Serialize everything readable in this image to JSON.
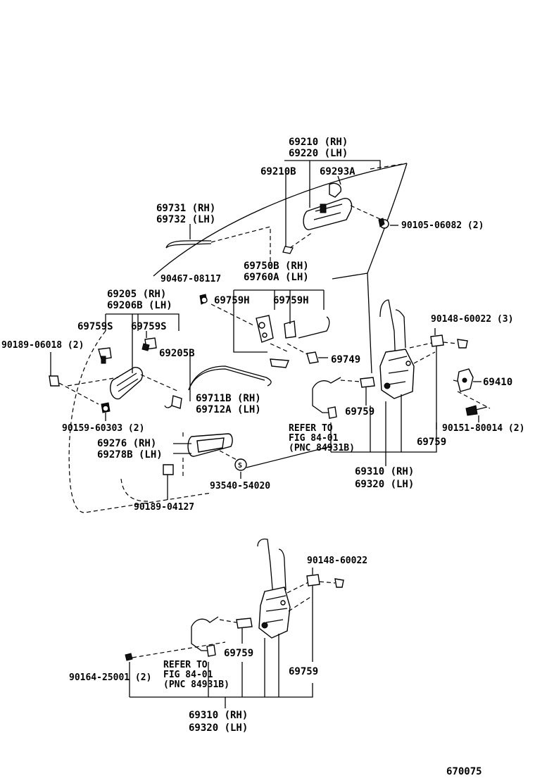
{
  "labels": {
    "l69210": "69210 (RH)",
    "l69220": "69220 (LH)",
    "l69210B": "69210B",
    "l69293A": "69293A",
    "l69731": "69731 (RH)",
    "l69732": "69732 (LH)",
    "l90105": "90105-06082 (2)",
    "l90467": "90467-08117",
    "l69750B": "69750B (RH)",
    "l69760A": "69760A (LH)",
    "l69205": "69205  (RH)",
    "l69206B": "69206B (LH)",
    "l69759H_a": "69759H",
    "l69759H_b": "69759H",
    "l69759S_a": "69759S",
    "l69759S_b": "69759S",
    "l69205B": "69205B",
    "l90148_3": "90148-60022 (3)",
    "l90189_2": "90189-06018 (2)",
    "l69749": "69749",
    "l69410": "69410",
    "l69711B": "69711B (RH)",
    "l69712A": "69712A (LH)",
    "l69759_a": "69759",
    "l90159": "90159-60303 (2)",
    "l90151": "90151-80014 (2)",
    "l69759_b": "69759",
    "refer1_a": "REFER TO",
    "refer1_b": "FIG 84-01",
    "refer1_c": "(PNC 84931B)",
    "l69276": "69276  (RH)",
    "l69278B": "69278B (LH)",
    "l69310_a": "69310 (RH)",
    "l69320_a": "69320 (LH)",
    "l93540": "93540-54020",
    "l90189_04127": "90189-04127",
    "l90148_b": "90148-60022",
    "l69759_c": "69759",
    "refer2_a": "REFER TO",
    "refer2_b": "FIG 84-01",
    "refer2_c": "(PNC 84931B)",
    "l90164": "90164-25001 (2)",
    "l69759_d": "69759",
    "l69310_b": "69310 (RH)",
    "l69320_b": "69320 (LH)",
    "fig": "670075"
  }
}
